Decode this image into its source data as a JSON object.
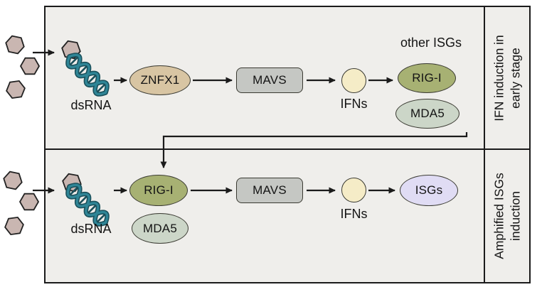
{
  "diagram": {
    "panels": {
      "top": {
        "side_label_line1": "IFN induction in",
        "side_label_line2": "early stage",
        "dsrna_label": "dsRNA",
        "znfx1_label": "ZNFX1",
        "mavs_label": "MAVS",
        "ifns_label": "IFNs",
        "other_isgs_label": "other ISGs",
        "rigi_label": "RIG-I",
        "mda5_label": "MDA5"
      },
      "bottom": {
        "side_label_line1": "Amphified ISGs",
        "side_label_line2": "induction",
        "dsrna_label": "dsRNA",
        "rigi_label": "RIG-I",
        "mda5_label": "MDA5",
        "mavs_label": "MAVS",
        "ifns_label": "IFNs",
        "isgs_label": "ISGs"
      }
    },
    "icons": {
      "virus_particle": "hexagon",
      "dsrna": "double-helix"
    },
    "colors": {
      "panel_bg": "#efeeeb",
      "line": "#1b1b1b",
      "znfx1_fill": "#d8c5a3",
      "mavs_fill": "#c5c7c3",
      "ifns_fill": "#f5ecc7",
      "rigi_fill": "#a7b173",
      "mda5_fill": "#ccd6c8",
      "isgs_fill": "#e0dcf4",
      "virus_fill": "#c9b6b1",
      "helix_stroke": "#2f8596",
      "helix_dark": "#1a4f5a"
    }
  }
}
